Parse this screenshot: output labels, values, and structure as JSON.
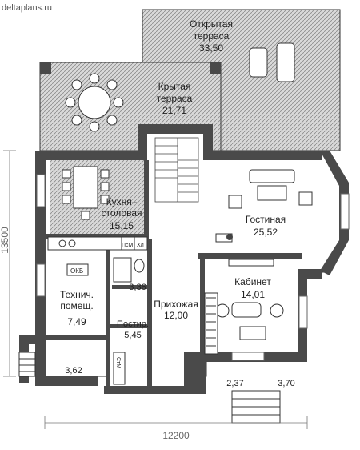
{
  "site": {
    "name": "deltaplans.ru"
  },
  "dimensions": {
    "width_label": "12200",
    "height_label": "13500"
  },
  "rooms": [
    {
      "id": "open-terrace",
      "name": "Открытая\nтерраса",
      "area": "33,50"
    },
    {
      "id": "covered-terrace",
      "name": "Крытая\nтерраса",
      "area": "21,71"
    },
    {
      "id": "kitchen-dining",
      "name": "Кухня–\nстоловая",
      "area": "15,15"
    },
    {
      "id": "living-room",
      "name": "Гостиная",
      "area": "25,52"
    },
    {
      "id": "tech-room",
      "name": "Технич.\nпомещ.",
      "area": "7,49"
    },
    {
      "id": "bathroom",
      "name": "",
      "area": "3,36"
    },
    {
      "id": "hallway",
      "name": "Прихожая",
      "area": "12,00"
    },
    {
      "id": "cabinet",
      "name": "Кабинет",
      "area": "14,01"
    },
    {
      "id": "closet",
      "name": "Постир.",
      "area": "5,45"
    },
    {
      "id": "porch-left",
      "name": "",
      "area": "3,62"
    },
    {
      "id": "vestibule",
      "name": "",
      "area": "2,37"
    },
    {
      "id": "porch-right",
      "name": "",
      "area": "3,70"
    }
  ],
  "fixtures": {
    "boiler": "ОКБ",
    "dishwasher": "ПсМ",
    "fridge": "Хл",
    "washer": "СтМ"
  },
  "colors": {
    "wall": "#4a4a4a",
    "hatch": "#bdbdbd",
    "floor": "#ffffff",
    "line": "#333333"
  }
}
